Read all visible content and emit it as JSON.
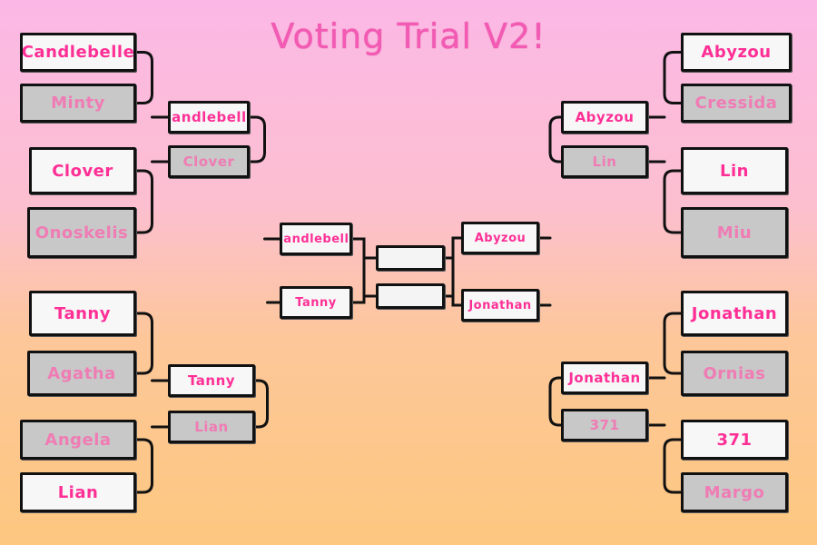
{
  "title": "Voting Trial V2!",
  "left": {
    "round1": [
      {
        "name": "Candlebelle",
        "status": "win"
      },
      {
        "name": "Minty",
        "status": "lose"
      },
      {
        "name": "Clover",
        "status": "win"
      },
      {
        "name": "Onoskelis",
        "status": "lose"
      },
      {
        "name": "Tanny",
        "status": "win"
      },
      {
        "name": "Agatha",
        "status": "lose"
      },
      {
        "name": "Angela",
        "status": "lose"
      },
      {
        "name": "Lian",
        "status": "win"
      }
    ],
    "round2": [
      {
        "name": "Candlebelle",
        "status": "win"
      },
      {
        "name": "Clover",
        "status": "lose"
      },
      {
        "name": "Tanny",
        "status": "win"
      },
      {
        "name": "Lian",
        "status": "lose"
      }
    ],
    "round3": [
      {
        "name": "Candlebelle",
        "status": "win"
      },
      {
        "name": "Tanny",
        "status": "win"
      }
    ]
  },
  "right": {
    "round1": [
      {
        "name": "Abyzou",
        "status": "win"
      },
      {
        "name": "Cressida",
        "status": "lose"
      },
      {
        "name": "Lin",
        "status": "win"
      },
      {
        "name": "Miu",
        "status": "lose"
      },
      {
        "name": "Jonathan",
        "status": "win"
      },
      {
        "name": "Ornias",
        "status": "lose"
      },
      {
        "name": "371",
        "status": "win"
      },
      {
        "name": "Margo",
        "status": "lose"
      }
    ],
    "round2": [
      {
        "name": "Abyzou",
        "status": "win"
      },
      {
        "name": "Lin",
        "status": "lose"
      },
      {
        "name": "Jonathan",
        "status": "win"
      },
      {
        "name": "371",
        "status": "lose"
      }
    ],
    "round3": [
      {
        "name": "Abyzou",
        "status": "win"
      },
      {
        "name": "Jonathan",
        "status": "win"
      }
    ]
  },
  "final": [
    {
      "name": "",
      "status": "empty"
    },
    {
      "name": "",
      "status": "empty"
    }
  ],
  "colors": {
    "title": "#f25ab4",
    "winner_text": "#ff2f96",
    "loser_text": "#ef7cb4",
    "winner_box": "#f7f7f7",
    "loser_box": "#c8c8c8",
    "line": "#111111"
  }
}
